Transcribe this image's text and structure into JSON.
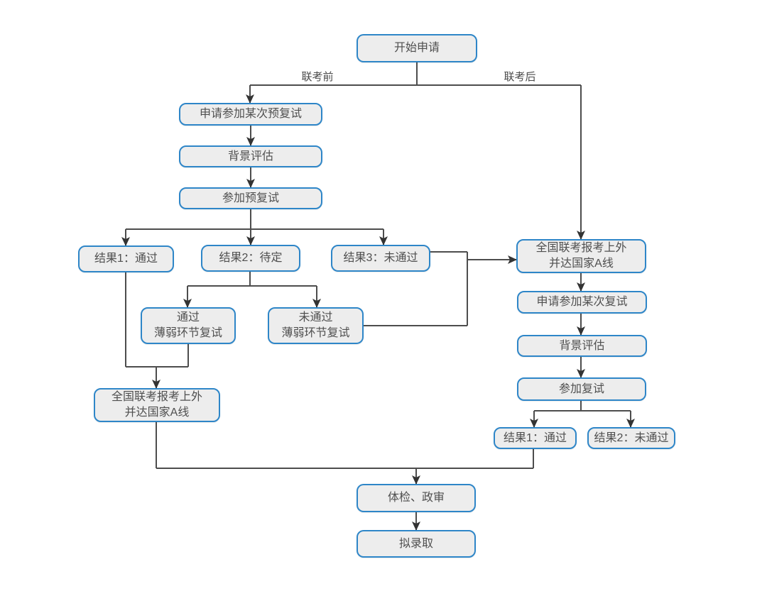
{
  "diagram": {
    "type": "flowchart",
    "colors": {
      "node_fill": "#ededed",
      "node_border": "#2e86c8",
      "node_text": "#4f4f4f",
      "connector": "#4d4d4d",
      "background": "#ffffff"
    },
    "branch_labels": {
      "before_exam": "联考前",
      "after_exam": "联考后"
    },
    "nodes": [
      {
        "id": "start",
        "label": "开始申请"
      },
      {
        "id": "apply-pre-retest",
        "label": "申请参加某次预复试"
      },
      {
        "id": "background-eval-pre",
        "label": "背景评估"
      },
      {
        "id": "attend-pre-retest",
        "label": "参加预复试"
      },
      {
        "id": "pre-result-pass",
        "label": "结果1：通过"
      },
      {
        "id": "pre-result-pending",
        "label": "结果2：待定"
      },
      {
        "id": "pre-result-fail",
        "label": "结果3：未通过"
      },
      {
        "id": "weak-link-pass",
        "label": "通过\n薄弱环节复试"
      },
      {
        "id": "weak-link-fail",
        "label": "未通过\n薄弱环节复试"
      },
      {
        "id": "national-exam-left",
        "label": "全国联考报考上外\n并达国家A线"
      },
      {
        "id": "national-exam-right",
        "label": "全国联考报考上外\n并达国家A线"
      },
      {
        "id": "apply-retest",
        "label": "申请参加某次复试"
      },
      {
        "id": "background-eval-retest",
        "label": "背景评估"
      },
      {
        "id": "attend-retest",
        "label": "参加复试"
      },
      {
        "id": "retest-result-pass",
        "label": "结果1：通过"
      },
      {
        "id": "retest-result-fail",
        "label": "结果2：未通过"
      },
      {
        "id": "health-political-check",
        "label": "体检、政审"
      },
      {
        "id": "proposed-admission",
        "label": "拟录取"
      }
    ],
    "edges": [
      {
        "from": "start",
        "to": "apply-pre-retest",
        "label": "联考前"
      },
      {
        "from": "start",
        "to": "national-exam-right",
        "label": "联考后"
      },
      {
        "from": "apply-pre-retest",
        "to": "background-eval-pre"
      },
      {
        "from": "background-eval-pre",
        "to": "attend-pre-retest"
      },
      {
        "from": "attend-pre-retest",
        "to": "pre-result-pass"
      },
      {
        "from": "attend-pre-retest",
        "to": "pre-result-pending"
      },
      {
        "from": "attend-pre-retest",
        "to": "pre-result-fail"
      },
      {
        "from": "pre-result-pending",
        "to": "weak-link-pass"
      },
      {
        "from": "pre-result-pending",
        "to": "weak-link-fail"
      },
      {
        "from": "pre-result-pass",
        "to": "national-exam-left"
      },
      {
        "from": "weak-link-pass",
        "to": "national-exam-left"
      },
      {
        "from": "pre-result-fail",
        "to": "national-exam-right"
      },
      {
        "from": "weak-link-fail",
        "to": "national-exam-right"
      },
      {
        "from": "national-exam-right",
        "to": "apply-retest"
      },
      {
        "from": "apply-retest",
        "to": "background-eval-retest"
      },
      {
        "from": "background-eval-retest",
        "to": "attend-retest"
      },
      {
        "from": "attend-retest",
        "to": "retest-result-pass"
      },
      {
        "from": "attend-retest",
        "to": "retest-result-fail"
      },
      {
        "from": "national-exam-left",
        "to": "health-political-check"
      },
      {
        "from": "retest-result-pass",
        "to": "health-political-check"
      },
      {
        "from": "health-political-check",
        "to": "proposed-admission"
      }
    ]
  }
}
